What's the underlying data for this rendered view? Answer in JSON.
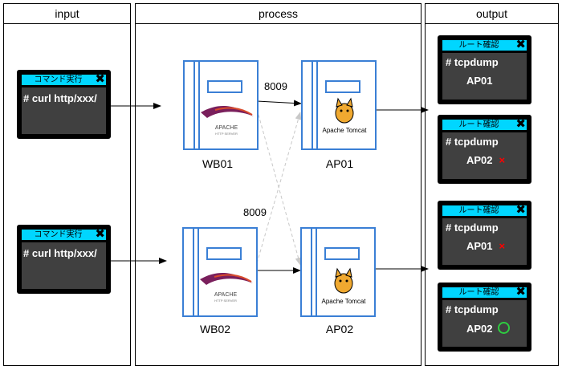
{
  "panels": {
    "input": "input",
    "process": "process",
    "output": "output"
  },
  "commands": [
    {
      "title": "コマンド実行",
      "command": "# curl  http/xxx/"
    },
    {
      "title": "コマンド実行",
      "command": "# curl  http/xxx/"
    }
  ],
  "nodes": {
    "wb01": "WB01",
    "wb02": "WB02",
    "ap01": "AP01",
    "ap02": "AP02"
  },
  "ports": [
    "8009",
    "8009"
  ],
  "logos": {
    "apache_text": "APACHE",
    "apache_sub": "HTTP SERVER",
    "tomcat_text": "Apache Tomcat"
  },
  "results": [
    {
      "title": "ルート確認",
      "command": "# tcpdump",
      "target": "AP01",
      "mark": ""
    },
    {
      "title": "ルート確認",
      "command": "# tcpdump",
      "target": "AP02",
      "mark": "×"
    },
    {
      "title": "ルート確認",
      "command": "# tcpdump",
      "target": "AP01",
      "mark": "×"
    },
    {
      "title": "ルート確認",
      "command": "# tcpdump",
      "target": "AP02",
      "mark": "○"
    }
  ],
  "colors": {
    "window_bar": "#00d6ff",
    "window_body": "#404040",
    "server_blue": "#3a7fd5",
    "fail_mark": "#ff0000",
    "ok_mark": "#2ecc40"
  }
}
